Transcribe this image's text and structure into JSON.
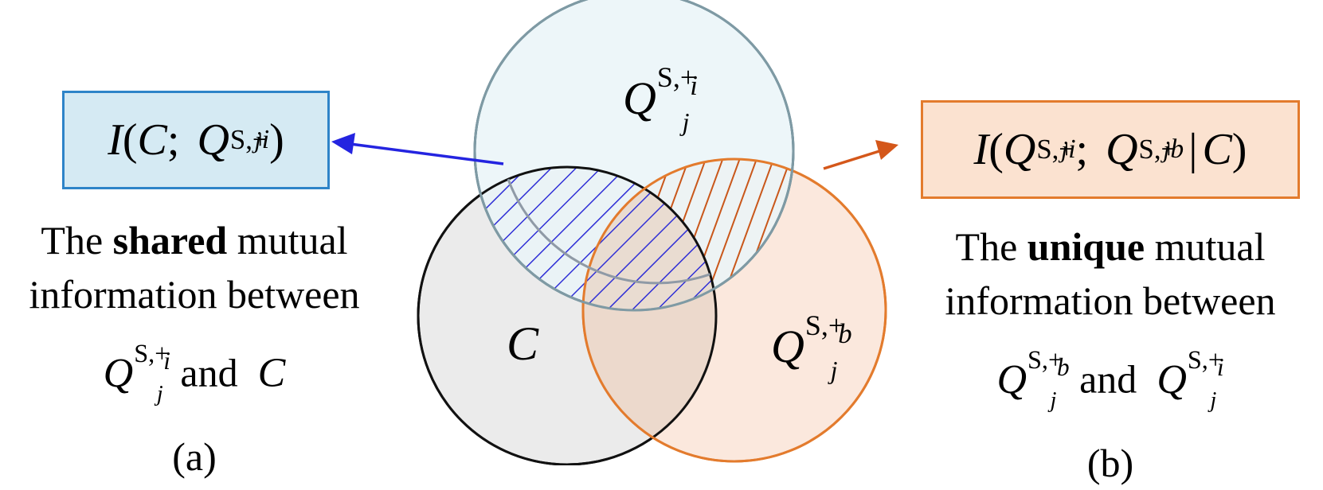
{
  "venn": {
    "top_circle_label": {
      "base": "Q",
      "sup": "S,+",
      "sub": "j",
      "subsup": "i"
    },
    "left_circle_label": "C",
    "right_circle_label": {
      "base": "Q",
      "sup": "S,+",
      "sub": "j",
      "subsup": "b"
    },
    "colors": {
      "top_fill": "#eaf4f8",
      "top_stroke": "#1f5b6e",
      "left_fill": "#ebebeb",
      "left_stroke": "#111111",
      "right_fill": "#fbe6d9",
      "right_stroke": "#e37b2d",
      "blue_hatch": "#2f2fd6",
      "orange_hatch": "#c9571a"
    }
  },
  "left_box": {
    "func": "I",
    "open": "(",
    "arg1": "C",
    "sep": ";",
    "arg2": {
      "base": "Q",
      "sup": "S,+",
      "sub": "j",
      "subsup": "i"
    },
    "close": ")"
  },
  "right_box": {
    "func": "I",
    "open": "(",
    "arg1": {
      "base": "Q",
      "sup": "S,+",
      "sub": "j",
      "subsup": "i"
    },
    "sep": ";",
    "arg2": {
      "base": "Q",
      "sup": "S,+",
      "sub": "j",
      "subsup": "b"
    },
    "bar": "|",
    "cond": "C",
    "close": ")"
  },
  "left_caption": {
    "line1_pre": "The ",
    "line1_bold": "shared",
    "line1_post": " mutual",
    "line2": "information between",
    "q": {
      "base": "Q",
      "sup": "S,+",
      "sub": "j",
      "subsup": "i"
    },
    "and": "and",
    "c": "C",
    "tag": "(a)"
  },
  "right_caption": {
    "line1_pre": "The ",
    "line1_bold": "unique",
    "line1_post": " mutual",
    "line2": "information between",
    "q1": {
      "base": "Q",
      "sup": "S,+",
      "sub": "j",
      "subsup": "b"
    },
    "and": "and",
    "q2": {
      "base": "Q",
      "sup": "S,+",
      "sub": "j",
      "subsup": "i"
    },
    "tag": "(b)"
  },
  "arrows": {
    "left_color": "#2424e0",
    "right_color": "#d4571a"
  }
}
